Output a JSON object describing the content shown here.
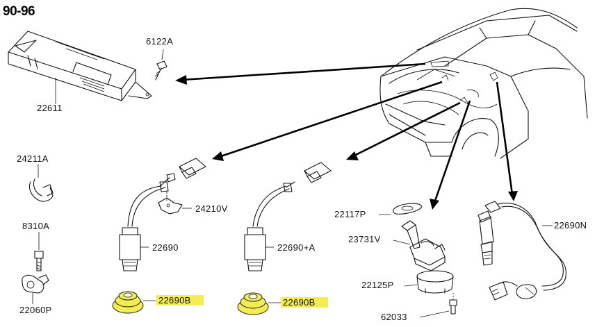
{
  "diagram": {
    "title": "90-96",
    "colors": {
      "highlight": "#f4ec55",
      "line": "#111111",
      "background": "#ffffff"
    },
    "labels": {
      "ecu_screw": "6122A",
      "ecu": "22611",
      "harness_clip": "24211A",
      "knock_bolt": "8310A",
      "knock_sensor": "22060P",
      "bracket": "24210V",
      "o2_left": "22690",
      "o2_left_boot": "22690B",
      "o2_mid": "22690+A",
      "o2_mid_boot": "22690B",
      "gasket": "22117P",
      "airflow_sensor": "23731V",
      "sensor_cover": "22125P",
      "cover_screw": "62033",
      "o2_right": "22690N"
    }
  }
}
